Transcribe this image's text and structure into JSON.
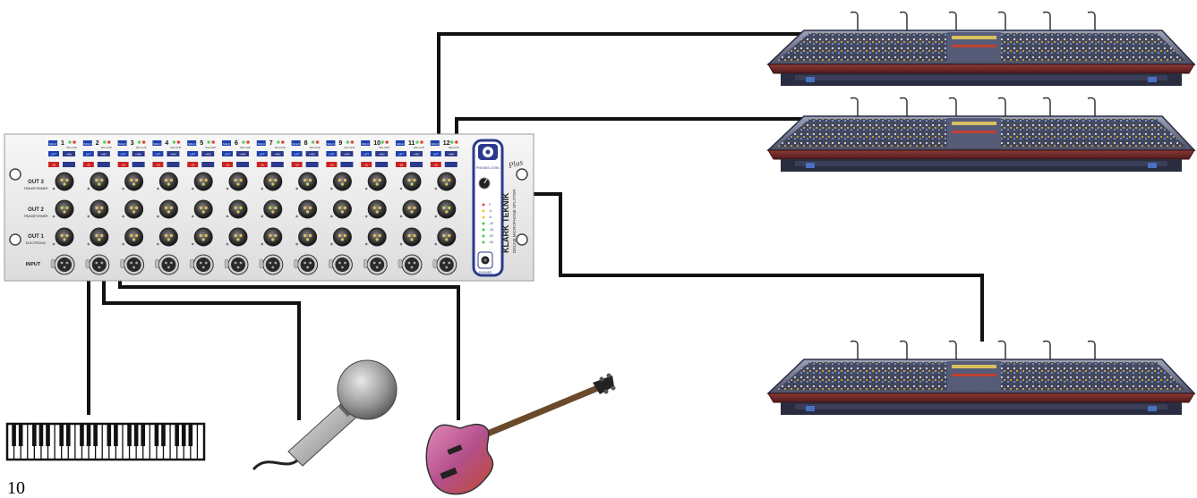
{
  "page_number": "10",
  "rack_unit": {
    "brand": "KLARK TEKNIK",
    "model": "DN1248 MICROPHONE SPLITTER",
    "plus_badge": "Plus",
    "phones_level_label": "PHONES LEVEL",
    "phones_label": "PHONES",
    "output_labels": [
      {
        "name": "OUT 3",
        "sub": "TRANSFORMER"
      },
      {
        "name": "OUT 2",
        "sub": "TRANSFORMER"
      },
      {
        "name": "OUT 1",
        "sub": "ELECTRONIC"
      }
    ],
    "input_label": "INPUT",
    "channels": [
      "1",
      "2",
      "3",
      "4",
      "5",
      "6",
      "7",
      "8",
      "9",
      "10",
      "11",
      "12"
    ],
    "button_labels": {
      "solo": "SOLO",
      "lift": "LIFT",
      "pad": "-20",
      "sig": "SIG",
      "clip": "CLIP",
      "phantom": "+48V"
    },
    "meter_labels": [
      "0",
      "-3",
      "-6",
      "-10",
      "-15",
      "-20",
      "-30"
    ]
  },
  "sources": [
    "keyboard",
    "microphone",
    "bass-guitar"
  ],
  "destinations": [
    "mixing-console-1",
    "mixing-console-2",
    "mixing-console-3"
  ],
  "colors": {
    "cable": "#111111",
    "panel": "#eeeeee",
    "panel_blue": "#2b3a8c",
    "button_blue": "#1c3fae",
    "button_red": "#cc2222",
    "console_wood": "#7a2a2a",
    "console_dark": "#2a2c40"
  }
}
